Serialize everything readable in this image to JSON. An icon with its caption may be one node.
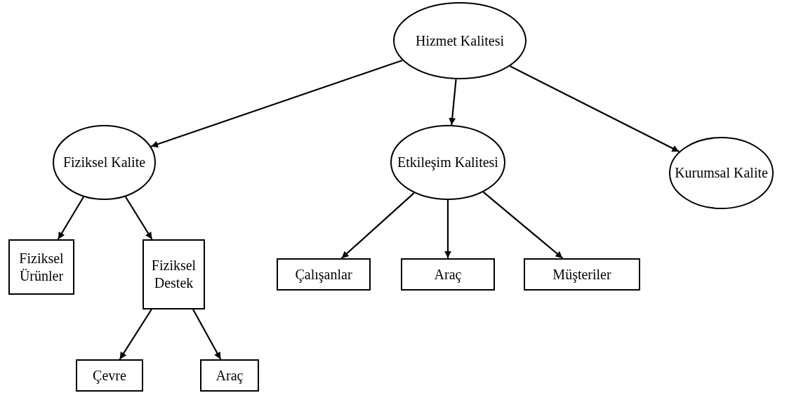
{
  "diagram": {
    "nodes": [
      {
        "text": [
          "Hizmet Kalitesi"
        ]
      },
      {
        "text": [
          "Fiziksel Kalite"
        ]
      },
      {
        "text": [
          "Etkileşim Kalitesi"
        ]
      },
      {
        "text": [
          "Kurumsal Kalite"
        ]
      },
      {
        "text": [
          "Fiziksel Ürünler"
        ]
      },
      {
        "text": [
          "Fiziksel Destek"
        ]
      },
      {
        "text": [
          "Çalışanlar"
        ]
      },
      {
        "text": [
          "Araç"
        ]
      },
      {
        "text": [
          "Müşteriler"
        ]
      },
      {
        "text": [
          "Çevre"
        ]
      },
      {
        "text": [
          "Araç"
        ]
      }
    ],
    "edges": [
      {
        "from": 0,
        "to": 1,
        "arrow": "to"
      },
      {
        "from": 0,
        "to": 2,
        "arrow": "to"
      },
      {
        "from": 0,
        "to": 3,
        "arrow": "to"
      },
      {
        "from": 1,
        "to": 4,
        "arrow": "to"
      },
      {
        "from": 1,
        "to": 5,
        "arrow": "to"
      },
      {
        "from": 2,
        "to": 6,
        "arrow": "to"
      },
      {
        "from": 2,
        "to": 7,
        "arrow": "to"
      },
      {
        "from": 2,
        "to": 8,
        "arrow": "to"
      },
      {
        "from": 5,
        "to": 9,
        "arrow": "to"
      },
      {
        "from": 5,
        "to": 10,
        "arrow": "to"
      }
    ]
  }
}
